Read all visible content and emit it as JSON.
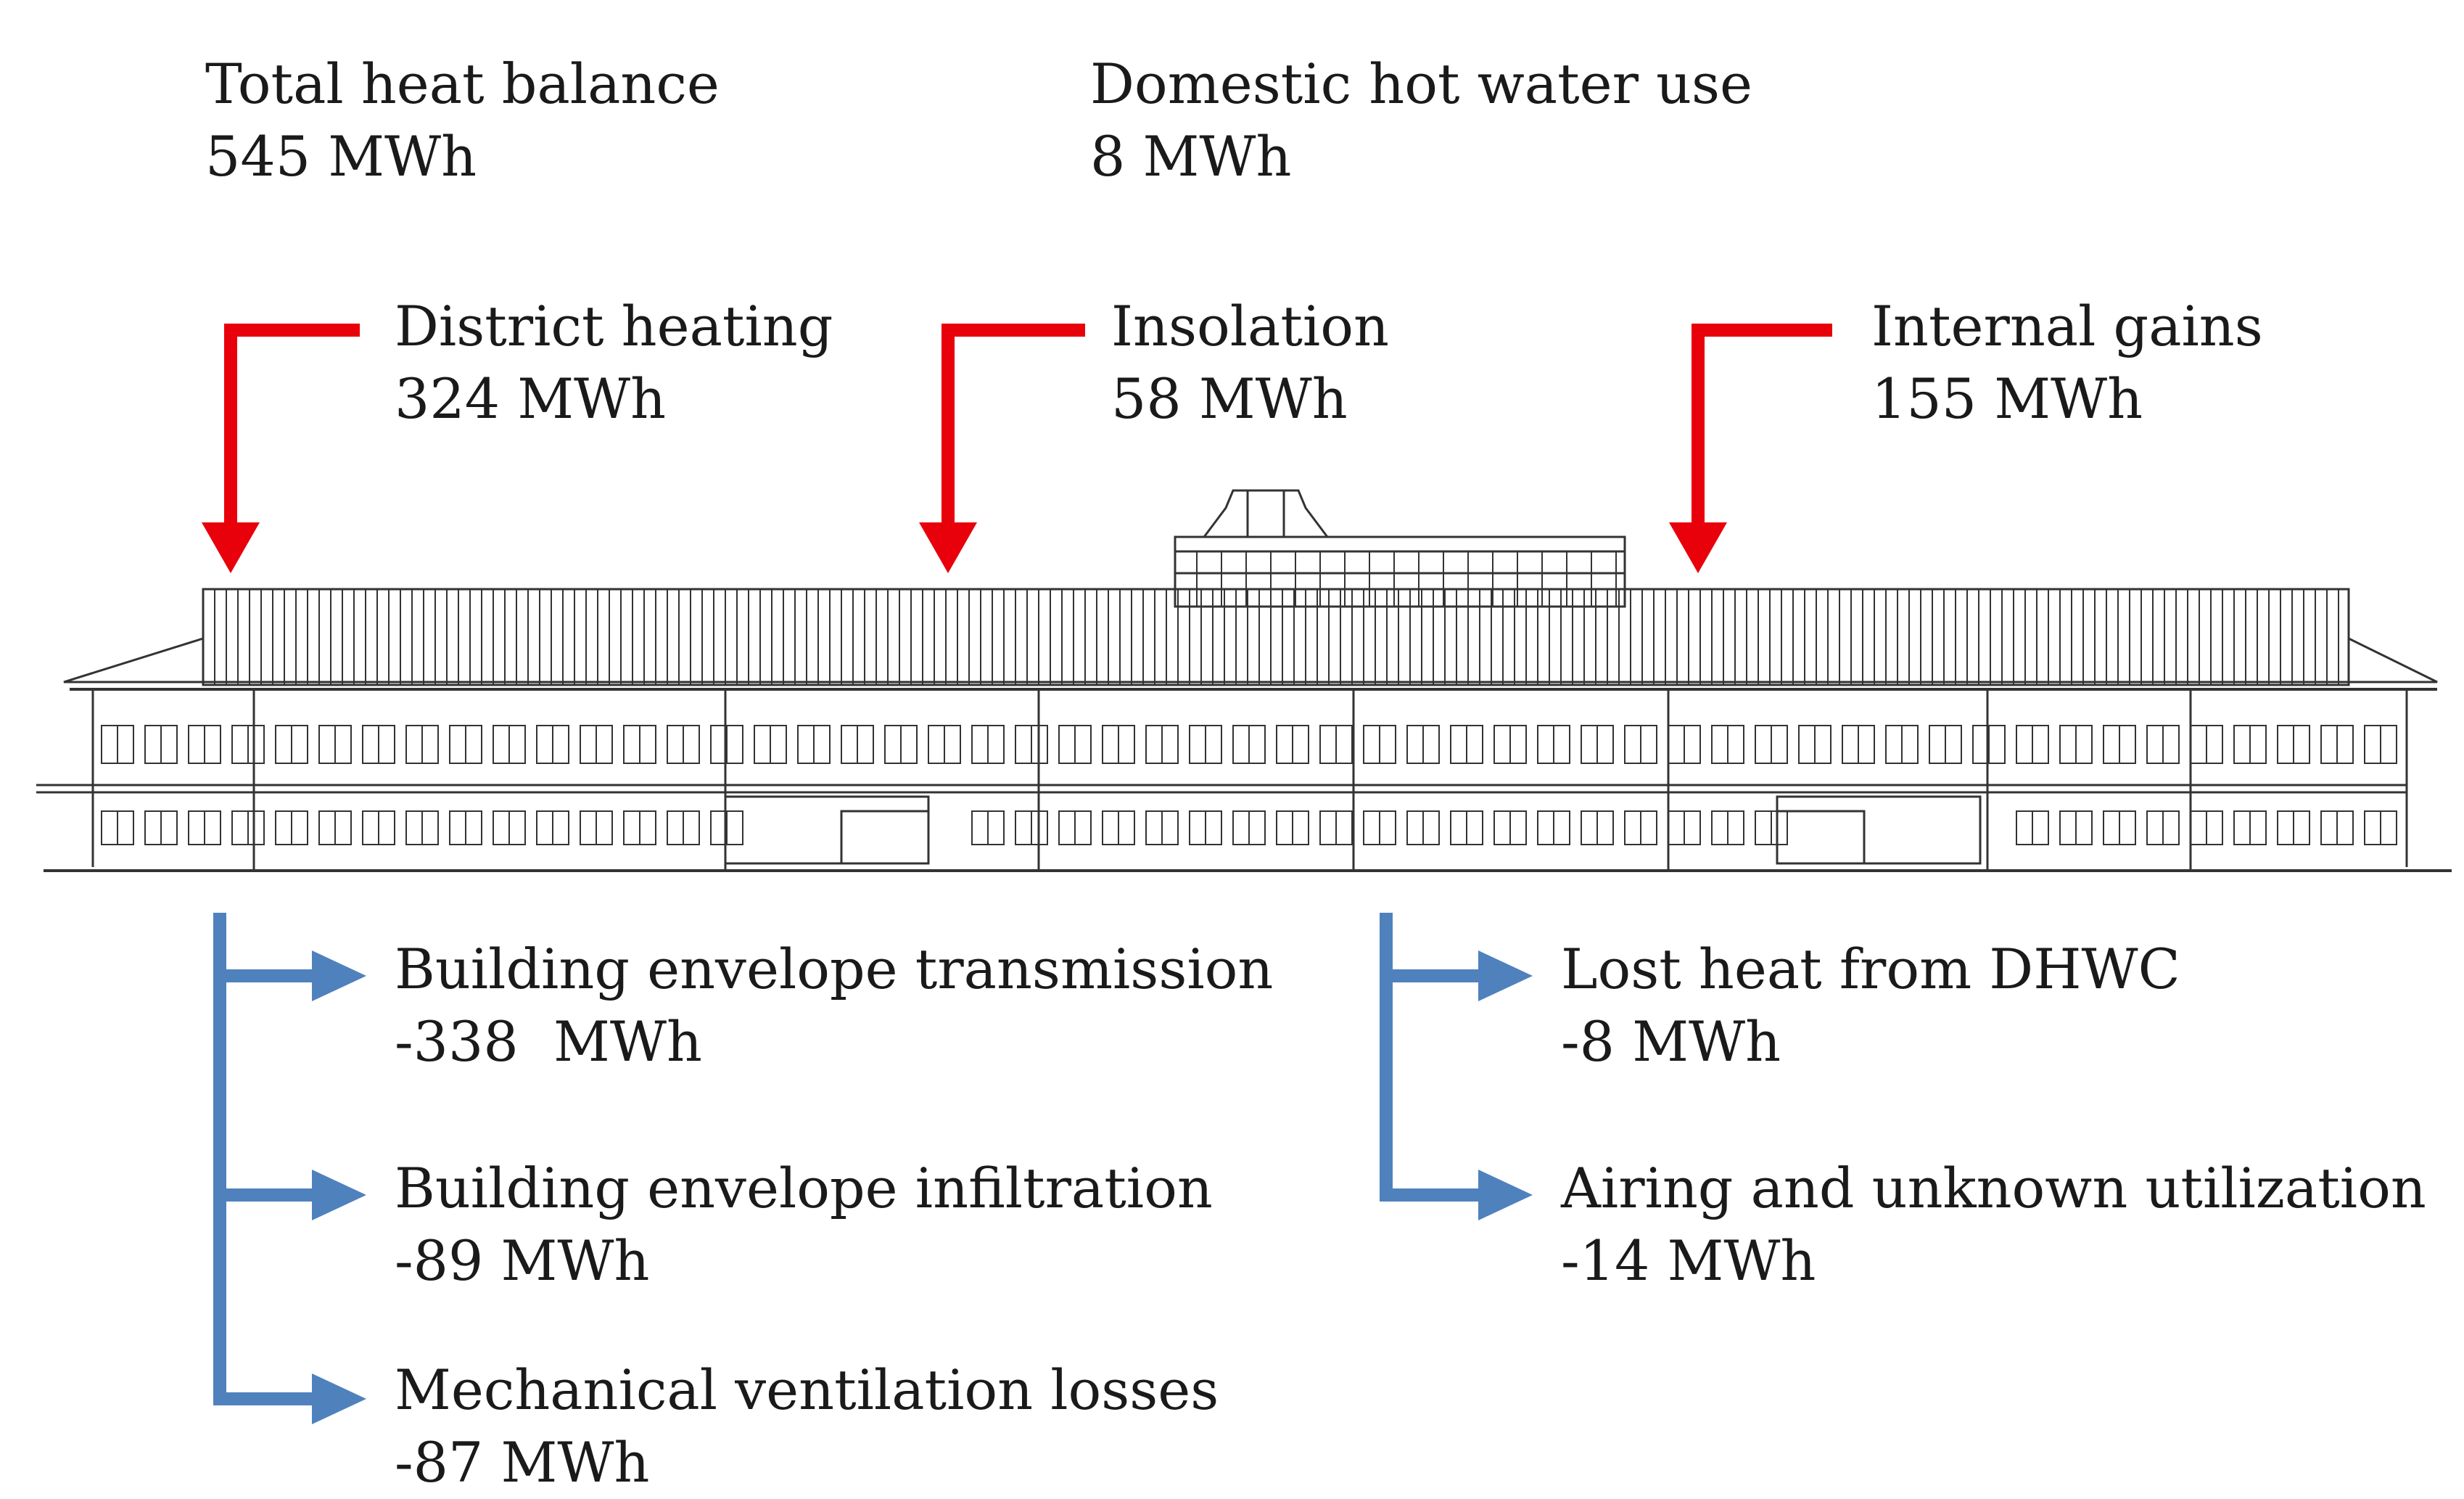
{
  "summary": {
    "total": {
      "label": "Total heat balance",
      "value": "545 MWh"
    },
    "dhw": {
      "label": "Domestic hot water use",
      "value": "8 MWh"
    }
  },
  "gains": [
    {
      "label": "District heating",
      "value": "324 MWh"
    },
    {
      "label": "Insolation",
      "value": "58 MWh"
    },
    {
      "label": "Internal gains",
      "value": "155 MWh"
    }
  ],
  "losses": [
    {
      "label": "Building envelope transmission",
      "value": "-338  MWh"
    },
    {
      "label": "Building envelope infiltration",
      "value": "-89 MWh"
    },
    {
      "label": "Mechanical ventilation losses",
      "value": "-87 MWh"
    },
    {
      "label": "Lost heat from DHWC",
      "value": "-8 MWh"
    },
    {
      "label": "Airing and unknown utilization",
      "value": "-14 MWh"
    }
  ],
  "colors": {
    "gain_arrow": "#e8000b",
    "loss_arrow": "#4f81bd",
    "drawing": "#333333"
  }
}
